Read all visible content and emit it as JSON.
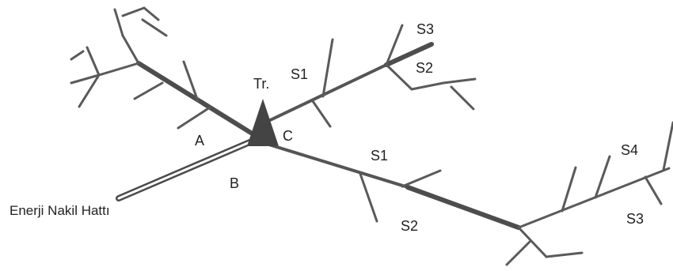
{
  "labels": {
    "transformer": "Tr.",
    "feeder_a": "A",
    "feeder_b": "B",
    "feeder_c": "C",
    "upper_s1": "S1",
    "upper_s2": "S2",
    "upper_s3": "S3",
    "lower_s1": "S1",
    "lower_s2": "S2",
    "right_s3": "S3",
    "right_s4": "S4",
    "transmission_line": "Enerji Nakil Hattı"
  },
  "colors": {
    "line": "#4d4d4d",
    "transformer": "#444444",
    "text": "#222222"
  }
}
